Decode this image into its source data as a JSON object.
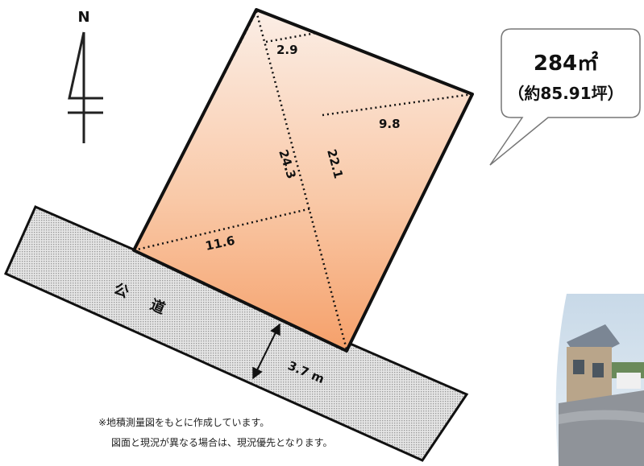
{
  "compass": {
    "label": "N"
  },
  "lot": {
    "area": "284㎡",
    "area_tsubo": "（約85.91坪）",
    "dimensions": {
      "top_width": "2.9",
      "right_offset": "9.8",
      "diagonal_left": "24.3",
      "diagonal_right": "22.1",
      "left_offset": "11.6"
    }
  },
  "road": {
    "label_1": "公",
    "label_2": "道",
    "width": "3.7 m"
  },
  "notes": {
    "line1": "※地積測量図をもとに作成しています。",
    "line2": "図面と現況が異なる場合は、現況優先となります。"
  },
  "colors": {
    "lot_fill_top": "#f7e2d6",
    "lot_fill_bottom": "#f5a472",
    "road_fill": "#d8d8d8",
    "outline": "#111111"
  }
}
